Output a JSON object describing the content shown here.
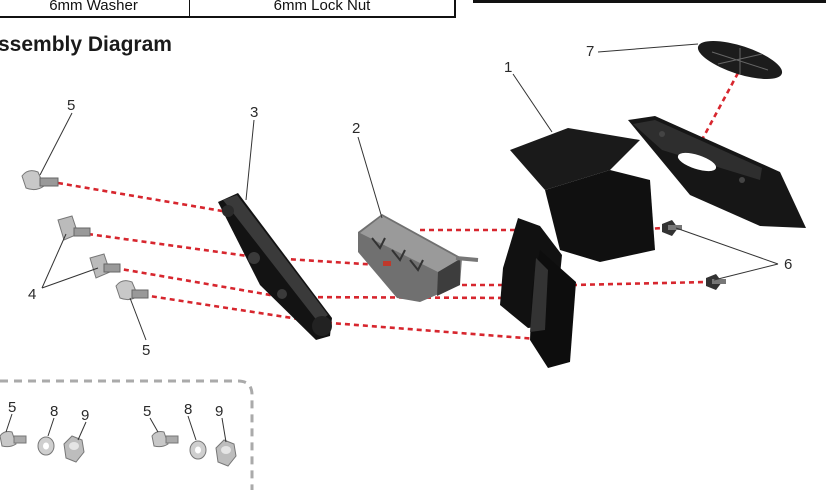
{
  "table": {
    "cell_1": "6mm Washer",
    "cell_2": "6mm Lock Nut"
  },
  "heading": "ssembly Diagram",
  "callouts": {
    "c1": "1",
    "c2": "2",
    "c3": "3",
    "c4": "4",
    "c5a": "5",
    "c5b": "5",
    "c5c": "5",
    "c5d": "5",
    "c6": "6",
    "c7": "7",
    "c8a": "8",
    "c8b": "8",
    "c9a": "9",
    "c9b": "9"
  },
  "colors": {
    "dash": "#d7262e",
    "part": "#151515",
    "text": "#2a2a2a",
    "kit_border": "#aaaaaa"
  }
}
